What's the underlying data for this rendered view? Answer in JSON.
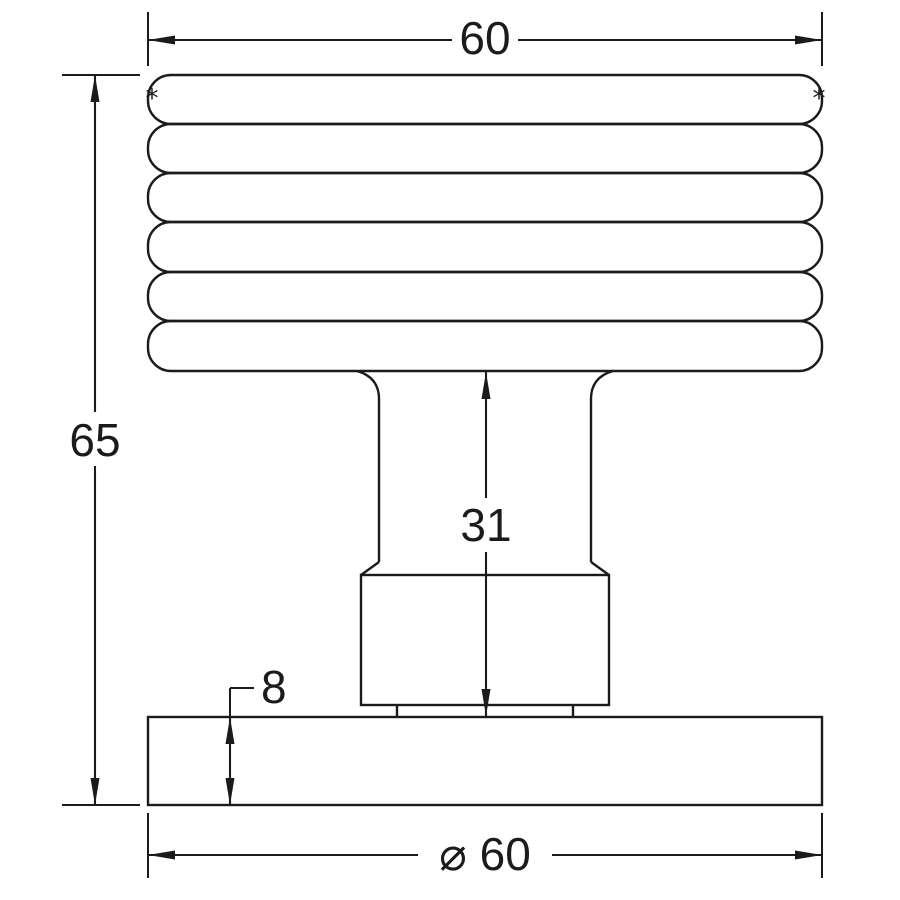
{
  "drawing": {
    "type": "technical-dimension-drawing",
    "subject": "ribbed knob with stem and round base plate"
  },
  "dims": {
    "top_width": "60",
    "overall_height": "65",
    "stem_height": "31",
    "plate_thickness": "8",
    "base_diameter": "⌀ 60"
  },
  "marks": {
    "surface_left": "*",
    "surface_right": "*"
  },
  "colors": {
    "line": "#1b1b1b",
    "background": "#ffffff"
  }
}
